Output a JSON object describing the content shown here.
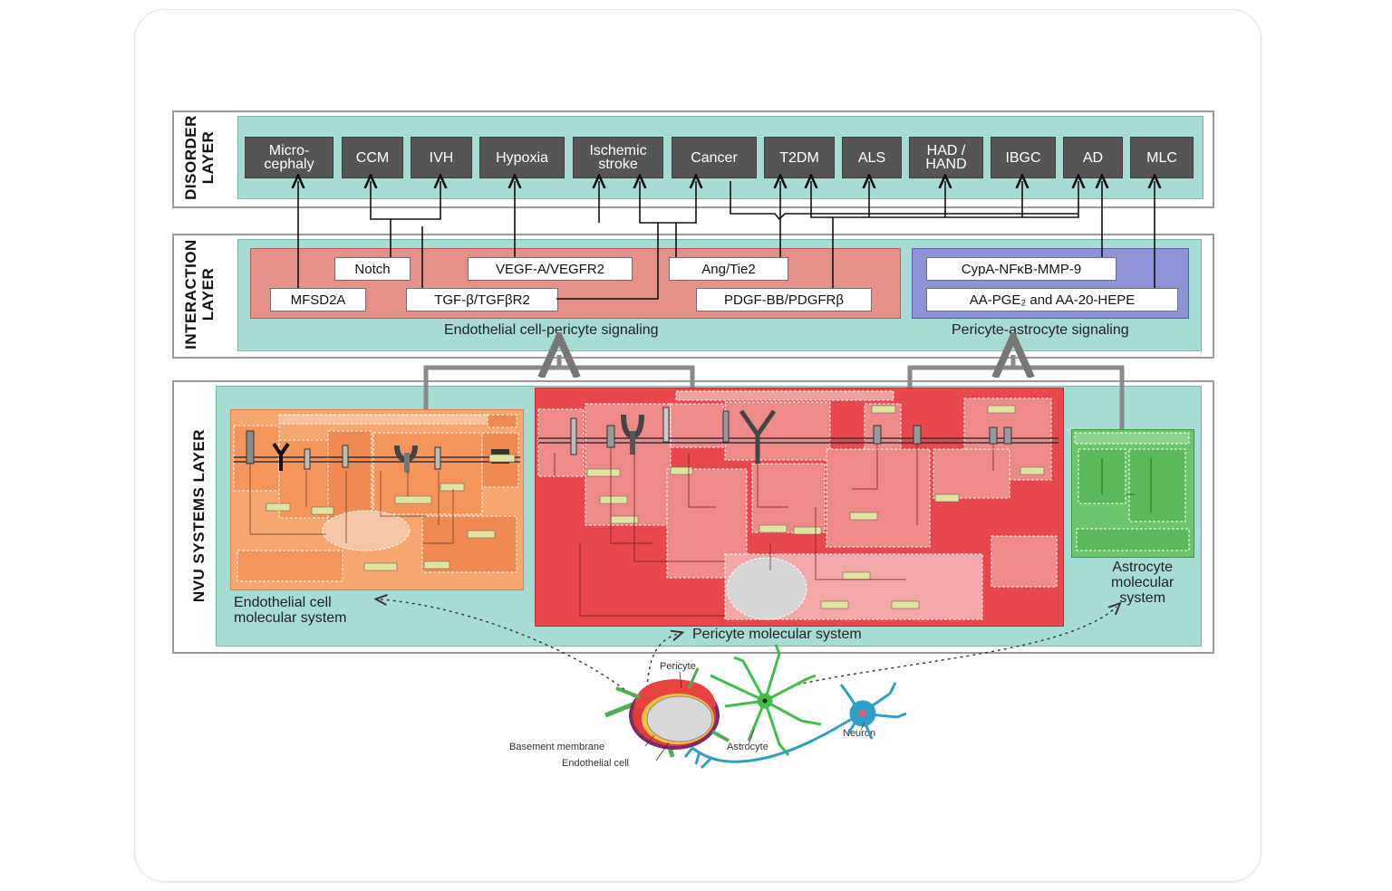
{
  "layers": {
    "disorder": {
      "label": "DISORDER\nLAYER",
      "disorders": [
        "Micro-\ncephaly",
        "CCM",
        "IVH",
        "Hypoxia",
        "Ischemic\nstroke",
        "Cancer",
        "T2DM",
        "ALS",
        "HAD /\nHAND",
        "IBGC",
        "AD",
        "MLC"
      ]
    },
    "interaction": {
      "label": "INTERACTION\nLAYER",
      "endothelial_pericyte": {
        "caption": "Endothelial cell-pericyte signaling",
        "pathways": {
          "notch": "Notch",
          "vegf": "VEGF-A/VEGFR2",
          "ang": "Ang/Tie2",
          "mfsd2a": "MFSD2A",
          "tgf": "TGF-β/TGFβR2",
          "pdgf": "PDGF-BB/PDGFRβ"
        }
      },
      "pericyte_astrocyte": {
        "caption": "Pericyte-astrocyte signaling",
        "pathways": {
          "cypa": "CypA-NFκB-MMP-9",
          "aa": "AA-PGE₂ and AA-20-HEPE"
        }
      }
    },
    "nvu": {
      "label": "NVU SYSTEMS LAYER",
      "endothelial_caption": "Endothelial cell\nmolecular system",
      "pericyte_caption": "Pericyte molecular system",
      "astrocyte_caption": "Astrocyte\nmolecular\nsystem"
    }
  },
  "cells": {
    "pericyte": "Pericyte",
    "basement_membrane": "Basement membrane",
    "endothelial_cell": "Endothelial cell",
    "astrocyte": "Astrocyte",
    "neuron": "Neuron"
  },
  "colors": {
    "teal": "#a7dcd5",
    "disorder_box": "#555555",
    "endothelial_orange": "#f7a66f",
    "pericyte_red": "#e8474d",
    "astrocyte_green": "#6cc56c",
    "interaction_salmon": "#e59088",
    "interaction_lavender": "#8e92d6"
  }
}
